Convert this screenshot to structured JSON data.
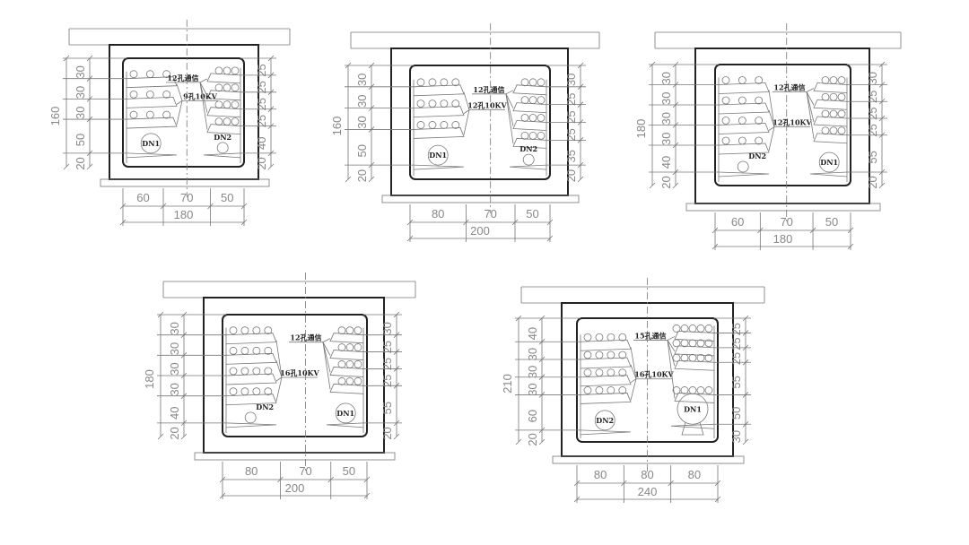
{
  "colors": {
    "line": "#222222",
    "dimension": "#888888",
    "background": "#ffffff"
  },
  "sections": [
    {
      "height_total": "160",
      "left_dims": [
        "30",
        "30",
        "30",
        "50",
        "20"
      ],
      "right_dims": [
        "25",
        "25",
        "25",
        "25",
        "40",
        "20"
      ],
      "width_dims": [
        "60",
        "70",
        "50"
      ],
      "width_total": "180",
      "left_label": "9孔10KV",
      "right_label": "12孔通信",
      "left_per_tray": 3,
      "right_per_tray": 3,
      "pipes": [
        {
          "label": "DN1",
          "side": "left",
          "size": "large"
        },
        {
          "label": "DN2",
          "side": "right",
          "size": "small"
        }
      ]
    },
    {
      "height_total": "160",
      "left_dims": [
        "30",
        "30",
        "30",
        "50",
        "20"
      ],
      "right_dims": [
        "30",
        "25",
        "25",
        "25",
        "35",
        "20"
      ],
      "width_dims": [
        "80",
        "70",
        "50"
      ],
      "width_total": "200",
      "left_label": "12孔10KV",
      "right_label": "12孔通信",
      "left_per_tray": 4,
      "right_per_tray": 3,
      "pipes": [
        {
          "label": "DN1",
          "side": "left",
          "size": "large"
        },
        {
          "label": "DN2",
          "side": "right",
          "size": "small"
        }
      ]
    },
    {
      "height_total": "180",
      "left_dims": [
        "30",
        "30",
        "30",
        "30",
        "40",
        "20"
      ],
      "right_dims": [
        "30",
        "25",
        "25",
        "25",
        "55",
        "20"
      ],
      "width_dims": [
        "60",
        "70",
        "50"
      ],
      "width_total": "180",
      "left_label": "12孔10KV",
      "right_label": "12孔通信",
      "left_per_tray": 3,
      "right_per_tray": 3,
      "pipes": [
        {
          "label": "DN2",
          "side": "left",
          "size": "small"
        },
        {
          "label": "DN1",
          "side": "right",
          "size": "large"
        }
      ]
    },
    {
      "height_total": "180",
      "left_dims": [
        "30",
        "30",
        "30",
        "30",
        "40",
        "20"
      ],
      "right_dims": [
        "30",
        "25",
        "25",
        "25",
        "55",
        "20"
      ],
      "width_dims": [
        "80",
        "70",
        "50"
      ],
      "width_total": "200",
      "left_label": "16孔10KV",
      "right_label": "12孔通信",
      "left_per_tray": 4,
      "right_per_tray": 3,
      "pipes": [
        {
          "label": "DN2",
          "side": "left",
          "size": "small"
        },
        {
          "label": "DN1",
          "side": "right",
          "size": "large"
        }
      ]
    },
    {
      "height_total": "210",
      "left_dims": [
        "40",
        "30",
        "30",
        "30",
        "60",
        "20"
      ],
      "right_dims": [
        "25",
        "25",
        "25",
        "55",
        "50",
        "30"
      ],
      "width_dims": [
        "80",
        "80",
        "80"
      ],
      "width_total": "240",
      "left_label": "16孔10KV",
      "right_label": "15孔通信",
      "left_per_tray": 4,
      "right_per_tray": 5,
      "pipes": [
        {
          "label": "DN2",
          "side": "left",
          "size": "large"
        },
        {
          "label": "DN1",
          "side": "right",
          "size": "xlarge"
        }
      ]
    }
  ]
}
